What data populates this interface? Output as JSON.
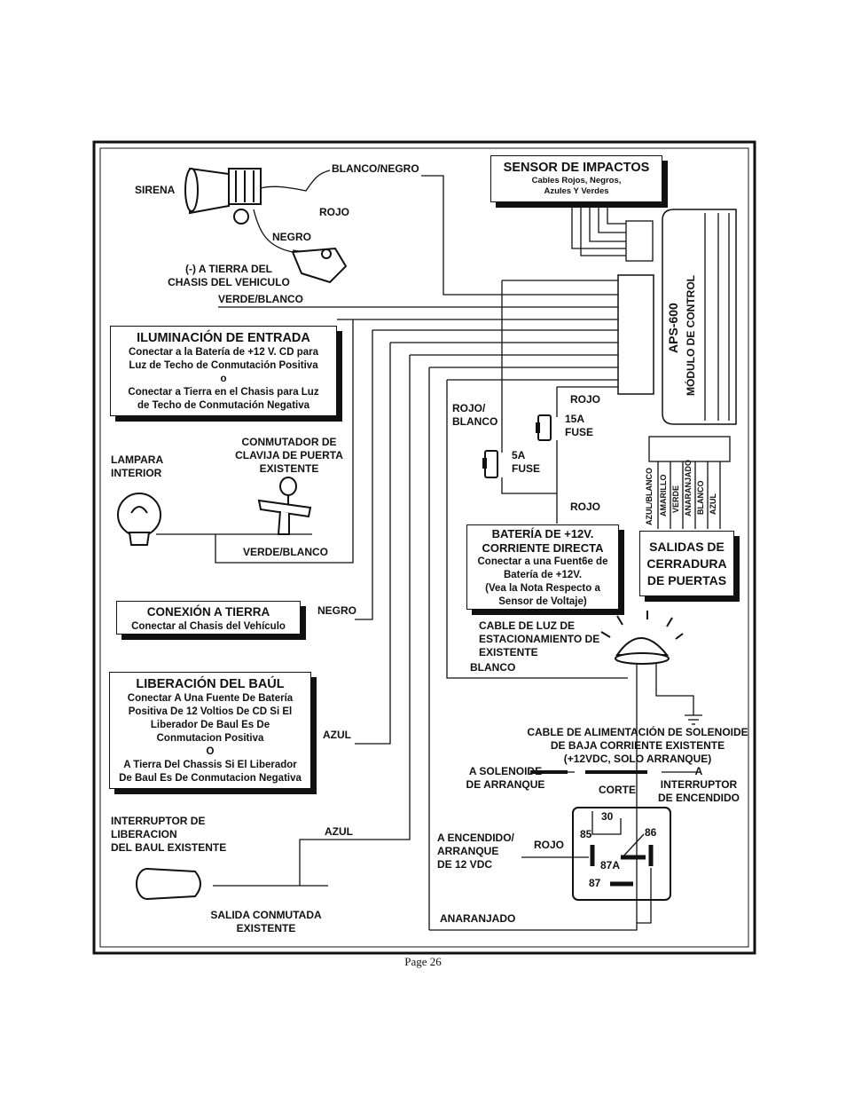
{
  "page": "Page 26",
  "labels": {
    "sirena": "SIRENA",
    "blanco_negro": "BLANCO/NEGRO",
    "rojo_top": "ROJO",
    "negro_top": "NEGRO",
    "tierra_chasis": "(-) A  TIERRA  DEL\nCHASIS  DEL  VEHICULO",
    "verde_blanco_top": "VERDE/BLANCO",
    "lampara": "LAMPARA\nINTERIOR",
    "conmutador": "CONMUTADOR DE\nCLAVIJA DE PUERTA\nEXISTENTE",
    "verde_blanco_bottom": "VERDE/BLANCO",
    "negro_mid": "NEGRO",
    "azul_mid": "AZUL",
    "azul_low": "AZUL",
    "interruptor_liberacion": "INTERRUPTOR DE\nLIBERACION\nDEL BAUL EXISTENTE",
    "salida_conmutada": "SALIDA CONMUTADA\nEXISTENTE",
    "rojo_blanco": "ROJO/\nBLANCO",
    "rojo_fuse15": "ROJO",
    "fuse15": "15A\nFUSE",
    "fuse5": "5A\nFUSE",
    "rojo_below": "ROJO",
    "cable_luz": "CABLE DE LUZ DE\nESTACIONAMIENTO DE\nEXISTENTE",
    "blanco": "BLANCO",
    "cable_solenoide": "CABLE DE ALIMENTACIÓN DE SOLENOIDE\nDE BAJA CORRIENTE EXISTENTE\n(+12VDC, SOLO ARRANQUE)",
    "a_solenoide": "A SOLENOIDE\nDE ARRANQUE",
    "corte": "CORTE",
    "a_interruptor": "A\nINTERRUPTOR\nDE ENCENDIDO",
    "a_encendido": "A ENCENDIDO/\nARRANQUE\nDE 12 VDC",
    "rojo_relay": "ROJO",
    "anaranjado": "ANARANJADO",
    "pin30": "30",
    "pin85": "85",
    "pin86": "86",
    "pin87a": "87A",
    "pin87": "87"
  },
  "boxes": {
    "sensor": {
      "title": "SENSOR DE IMPACTOS",
      "text": "Cables Rojos, Negros,\nAzules  Y  Verdes"
    },
    "iluminacion": {
      "title": "ILUMINACIÓN DE ENTRADA",
      "text": "Conectar a la Batería de +12 V. CD para\nLuz de Techo de Conmutación Positiva\no\nConectar a Tierra en el Chasis para Luz\nde Techo de Conmutación Negativa"
    },
    "conexion": {
      "title": "CONEXIÓN A TIERRA",
      "text": "Conectar al Chasis del Vehículo"
    },
    "liberacion": {
      "title": "LIBERACIÓN DEL BAÚL",
      "text": "Conectar A Una Fuente De Batería\nPositiva De 12 Voltios De CD Si El\nLiberador De Baul Es De\nConmutacion Positiva\nO\nA Tierra Del Chassis Si El Liberador\nDe Baul Es De Conmutacion Negativa"
    },
    "bateria": {
      "title": "BATERÍA DE +12V.\nCORRIENTE DIRECTA",
      "text": "Conectar a una Fuent6e de\nBatería de +12V.\n(Vea la Nota Respecto a\nSensor de Voltaje)"
    },
    "salidas": {
      "title": "SALIDAS DE\nCERRADURA\nDE PUERTAS"
    }
  },
  "module": {
    "model": "APS-600",
    "name": "MÓDULO DE CONTROL"
  },
  "lock_wires": [
    "AZUL/BLANCO",
    "AMARILLO",
    "VERDE",
    "ANARANJADO",
    "BLANCO",
    "AZUL"
  ]
}
